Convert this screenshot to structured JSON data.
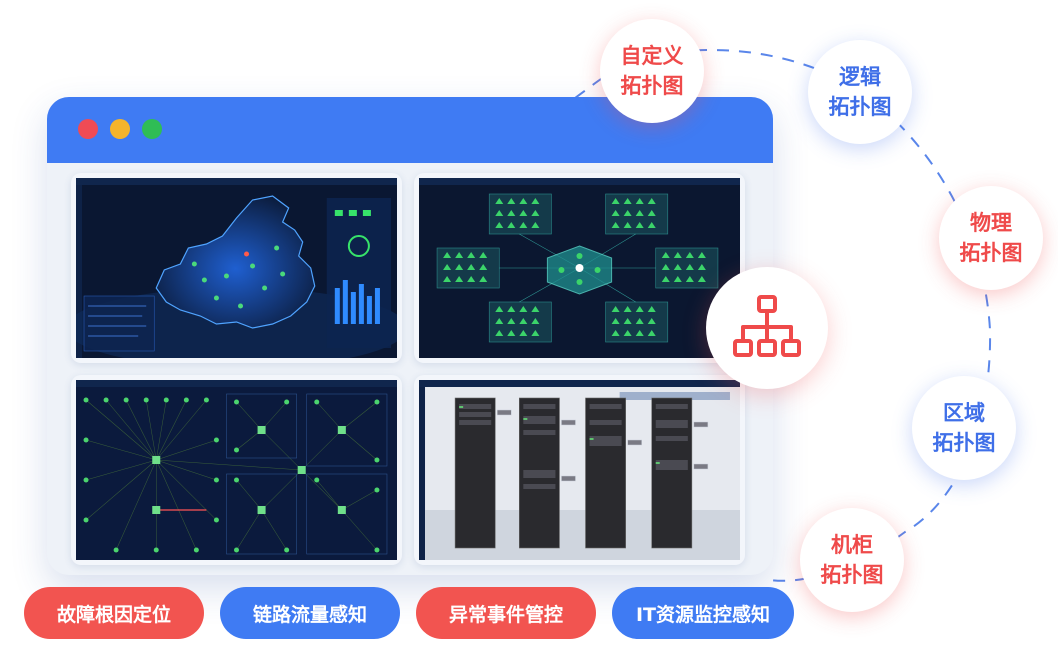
{
  "window": {
    "traffic_lights": [
      "close-dot",
      "minimize-dot",
      "maximize-dot"
    ],
    "titlebar_color": "#3f7bf3"
  },
  "screens": [
    {
      "name": "china-map-topology",
      "theme": "#0b1b3a"
    },
    {
      "name": "hexagon-logical-topology",
      "theme": "#0b1b3a"
    },
    {
      "name": "star-network-topology",
      "theme": "#0b1b3a"
    },
    {
      "name": "server-rack-view",
      "theme": "#e9ecf2"
    }
  ],
  "center_icon": "org-chart-topology-icon",
  "orbit": [
    {
      "line1": "自定义",
      "line2": "拓扑图",
      "tone": "red"
    },
    {
      "line1": "逻辑",
      "line2": "拓扑图",
      "tone": "blue"
    },
    {
      "line1": "物理",
      "line2": "拓扑图",
      "tone": "red"
    },
    {
      "line1": "区域",
      "line2": "拓扑图",
      "tone": "blue"
    },
    {
      "line1": "机柜",
      "line2": "拓扑图",
      "tone": "red"
    }
  ],
  "pills": [
    {
      "label": "故障根因定位",
      "tone": "red"
    },
    {
      "label": "链路流量感知",
      "tone": "blue"
    },
    {
      "label": "异常事件管控",
      "tone": "red"
    },
    {
      "label": "IT资源监控感知",
      "tone": "blue"
    }
  ],
  "colors": {
    "red": "#ef4a4a",
    "blue": "#3f6fe8"
  }
}
